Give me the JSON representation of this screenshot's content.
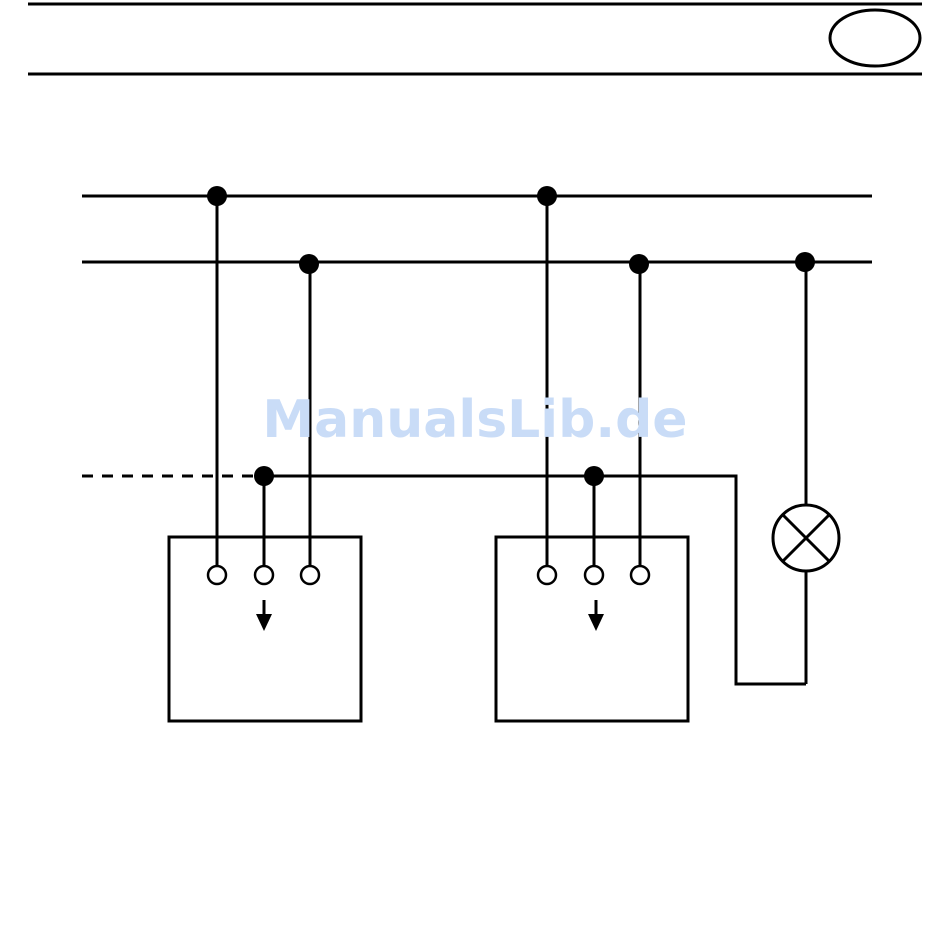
{
  "watermark": {
    "text": "ManualsLib.de",
    "color": "#c9dcf7"
  },
  "colors": {
    "ink": "#000000",
    "background": "#ffffff"
  },
  "diagram": {
    "page_badge_text": "",
    "switches": [
      {
        "name": "switch-left",
        "terminals": 3,
        "indicator": "down-arrow-icon"
      },
      {
        "name": "switch-right",
        "terminals": 3,
        "indicator": "down-arrow-icon"
      }
    ],
    "lamp": {
      "icon": "lamp-icon"
    }
  }
}
